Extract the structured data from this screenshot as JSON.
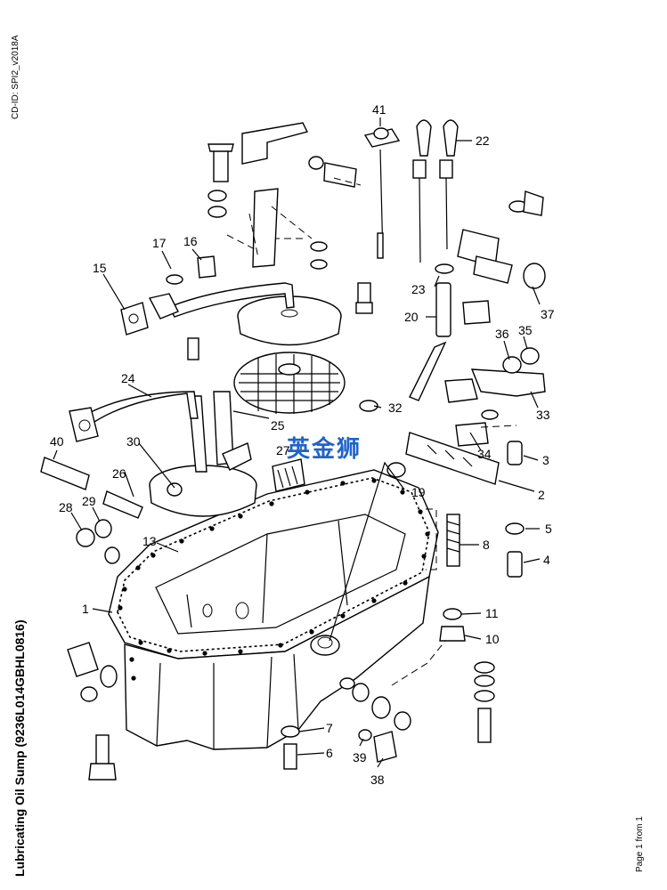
{
  "side_texts": {
    "cd_id": "CD-ID: SPI2_v2018A",
    "title": "Lubricating Oil Sump (9236L014GBHL0816)",
    "page_info": "Page 1 from 1"
  },
  "watermark": "英金狮",
  "watermark_color": "#1f63c9",
  "callouts": [
    "1",
    "2",
    "3",
    "4",
    "5",
    "6",
    "7",
    "8",
    "10",
    "11",
    "13",
    "15",
    "16",
    "17",
    "19",
    "20",
    "22",
    "23",
    "24",
    "25",
    "26",
    "27",
    "28",
    "29",
    "30",
    "32",
    "33",
    "34",
    "35",
    "36",
    "37",
    "38",
    "39",
    "40",
    "41"
  ]
}
